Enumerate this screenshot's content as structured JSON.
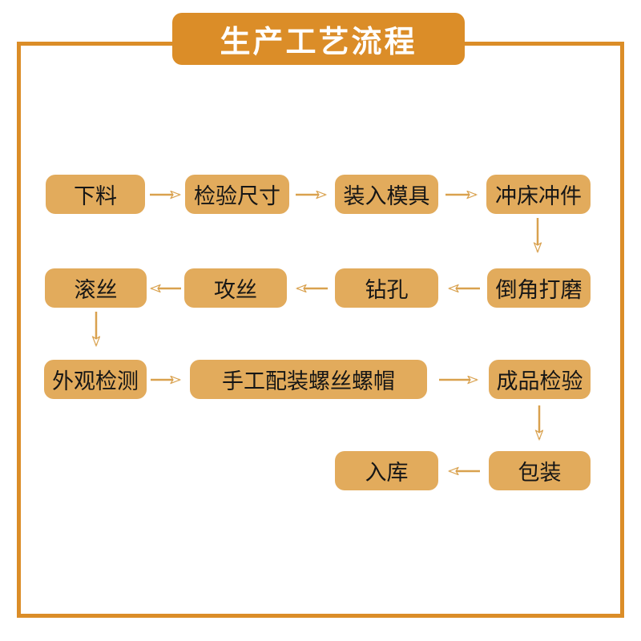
{
  "title": {
    "text": "生产工艺流程"
  },
  "colors": {
    "accent": "#DB8D28",
    "box_fill": "#E2AB5C",
    "arrow": "#D9A14E",
    "box_text": "#161616",
    "title_text": "#FFFFFF",
    "background": "#FFFFFF"
  },
  "flowchart": {
    "nodes": [
      {
        "id": "cutting",
        "label": "下料"
      },
      {
        "id": "dimension-inspection",
        "label": "检验尺寸"
      },
      {
        "id": "load-into-mold",
        "label": "装入模具"
      },
      {
        "id": "punching",
        "label": "冲床冲件"
      },
      {
        "id": "chamfer-grinding",
        "label": "倒角打磨"
      },
      {
        "id": "drilling",
        "label": "钻孔"
      },
      {
        "id": "tapping",
        "label": "攻丝"
      },
      {
        "id": "thread-rolling",
        "label": "滚丝"
      },
      {
        "id": "appearance-inspection",
        "label": "外观检测"
      },
      {
        "id": "manual-assembly",
        "label": "手工配装螺丝螺帽"
      },
      {
        "id": "final-inspection",
        "label": "成品检验"
      },
      {
        "id": "packaging",
        "label": "包装"
      },
      {
        "id": "warehousing",
        "label": "入库"
      }
    ],
    "edges": [
      {
        "from": "cutting",
        "to": "dimension-inspection",
        "direction": "right"
      },
      {
        "from": "dimension-inspection",
        "to": "load-into-mold",
        "direction": "right"
      },
      {
        "from": "load-into-mold",
        "to": "punching",
        "direction": "right"
      },
      {
        "from": "punching",
        "to": "chamfer-grinding",
        "direction": "down"
      },
      {
        "from": "chamfer-grinding",
        "to": "drilling",
        "direction": "left"
      },
      {
        "from": "drilling",
        "to": "tapping",
        "direction": "left"
      },
      {
        "from": "tapping",
        "to": "thread-rolling",
        "direction": "left"
      },
      {
        "from": "thread-rolling",
        "to": "appearance-inspection",
        "direction": "down"
      },
      {
        "from": "appearance-inspection",
        "to": "manual-assembly",
        "direction": "right"
      },
      {
        "from": "manual-assembly",
        "to": "final-inspection",
        "direction": "right"
      },
      {
        "from": "final-inspection",
        "to": "packaging",
        "direction": "down"
      },
      {
        "from": "packaging",
        "to": "warehousing",
        "direction": "left"
      }
    ]
  }
}
